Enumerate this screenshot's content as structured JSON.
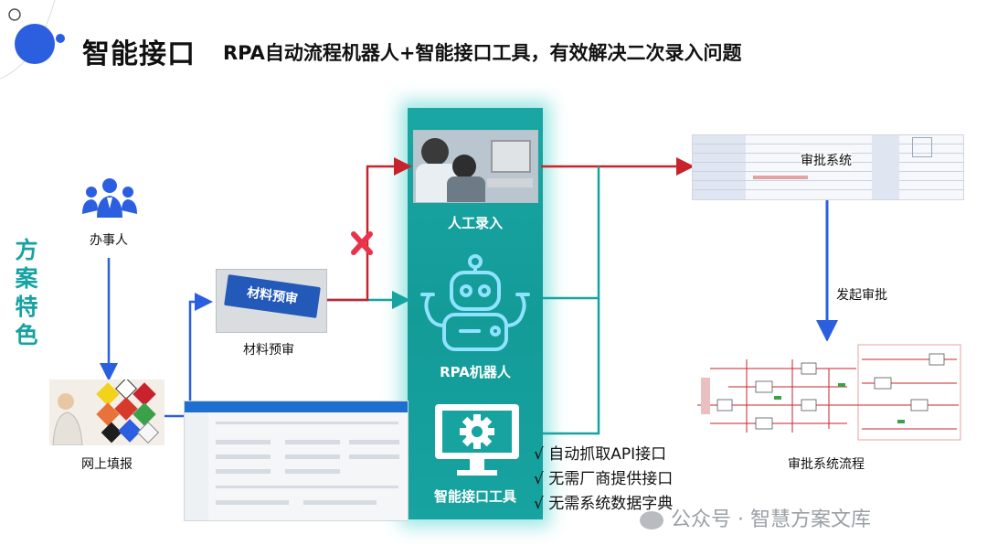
{
  "header": {
    "title": "智能接口",
    "subtitle": "RPA自动流程机器人+智能接口工具，有效解决二次录入问题"
  },
  "side_title": [
    "方",
    "案",
    "特",
    "色"
  ],
  "nodes": {
    "agent": "办事人",
    "online_report": "网上填报",
    "material_review": "材料预审",
    "manual_entry": "人工录入",
    "rpa_robot": "RPA机器人",
    "smart_interface": "智能接口工具",
    "approval_system": "审批系统",
    "initiate_approval": "发起审批",
    "approval_flow": "审批系统流程"
  },
  "photo_text": {
    "material_review_sign": "材料预审"
  },
  "features": [
    "√ 自动抓取API接口",
    "√ 无需厂商提供接口",
    "√ 无需系统数据字典"
  ],
  "watermark": "公众号 · 智慧方案文库",
  "colors": {
    "teal": "#17a3a0",
    "blue_arrow": "#2b5fe0",
    "red_arrow": "#c8232c",
    "cross": "#e8334a"
  }
}
